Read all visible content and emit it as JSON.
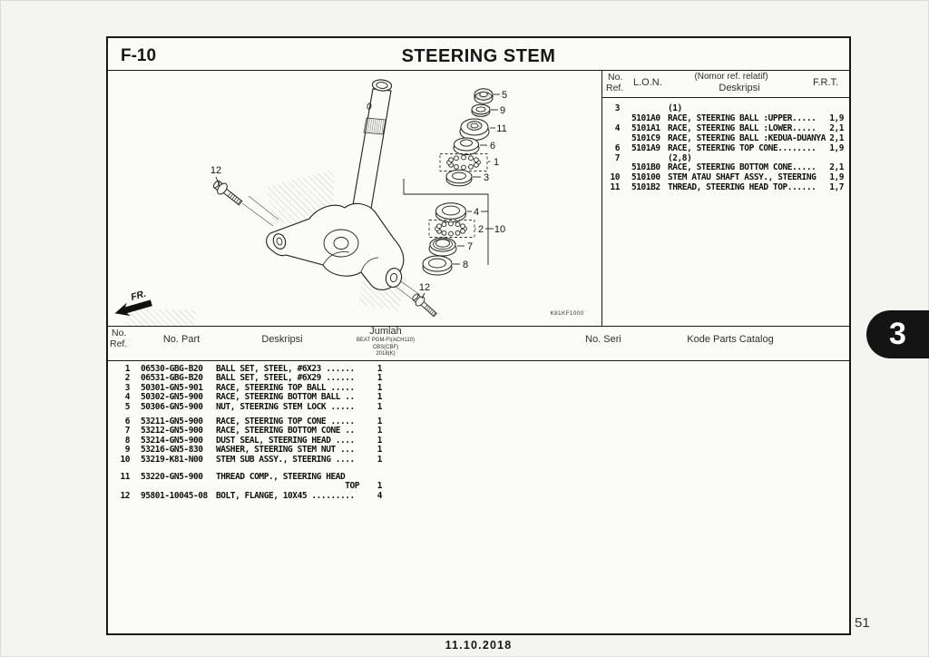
{
  "page": {
    "section_code": "F-10",
    "title": "STEERING STEM",
    "page_number": "51",
    "date": "11.10.2018",
    "side_tab_label": "3"
  },
  "diagram": {
    "code": "K81KF1000",
    "fr_label": "FR.",
    "callouts": {
      "nut": "5",
      "washer": "9",
      "thread_top": "11",
      "top_cone": "6",
      "ball_set_upper": "1",
      "top_ball_race": "3",
      "dust_seal": "4",
      "ball_set_lower": "2",
      "stem_group": "10",
      "bottom_cone": "7",
      "bottom_race": "8",
      "bolt_left": "12",
      "bolt_right": "12"
    }
  },
  "lon_table": {
    "headers": {
      "no": "No.",
      "ref": "Ref.",
      "lon": "L.O.N.",
      "note": "(Nomor ref. relatif)",
      "deskripsi": "Deskripsi",
      "frt": "F.R.T."
    },
    "rows": [
      {
        "ref": "3",
        "lon": "",
        "desc": "(1)",
        "frt": ""
      },
      {
        "ref": "",
        "lon": "5101A0",
        "desc": "RACE, STEERING BALL :UPPER.....",
        "frt": "1,9"
      },
      {
        "ref": "4",
        "lon": "5101A1",
        "desc": "RACE, STEERING BALL :LOWER.....",
        "frt": "2,1"
      },
      {
        "ref": "",
        "lon": "5101C9",
        "desc": "RACE, STEERING BALL :KEDUA-DUANYA",
        "frt": "2,1"
      },
      {
        "ref": "6",
        "lon": "5101A9",
        "desc": "RACE, STEERING TOP CONE........",
        "frt": "1,9"
      },
      {
        "ref": "7",
        "lon": "",
        "desc": "(2,8)",
        "frt": ""
      },
      {
        "ref": "",
        "lon": "5101B0",
        "desc": "RACE, STEERING BOTTOM CONE.....",
        "frt": "2,1"
      },
      {
        "ref": "10",
        "lon": "510100",
        "desc": "STEM ATAU SHAFT ASSY., STEERING",
        "frt": "1,9"
      },
      {
        "ref": "11",
        "lon": "5101B2",
        "desc": "THREAD, STEERING HEAD TOP......",
        "frt": "1,7"
      }
    ]
  },
  "parts_table": {
    "headers": {
      "no": "No.",
      "ref": "Ref.",
      "no_part": "No. Part",
      "deskripsi": "Deskripsi",
      "jumlah": "Jumlah",
      "jumlah_sub1": "BEAT PGM-FI(ACH110)",
      "jumlah_sub2": "CBS(CBF)",
      "jumlah_sub3": "2018(K)",
      "no_seri": "No. Seri",
      "kode_parts_catalog": "Kode Parts Catalog"
    },
    "groups": [
      [
        {
          "ref": "1",
          "part": "06530-GBG-B20",
          "desc": "BALL SET, STEEL, #6X23 ......",
          "qty": "1"
        },
        {
          "ref": "2",
          "part": "06531-GBG-B20",
          "desc": "BALL SET, STEEL, #6X29 ......",
          "qty": "1"
        },
        {
          "ref": "3",
          "part": "50301-GN5-901",
          "desc": "RACE, STEERING TOP BALL .....",
          "qty": "1"
        },
        {
          "ref": "4",
          "part": "50302-GN5-900",
          "desc": "RACE, STEERING BOTTOM BALL ..",
          "qty": "1"
        },
        {
          "ref": "5",
          "part": "50306-GN5-900",
          "desc": "NUT, STEERING STEM LOCK .....",
          "qty": "1"
        }
      ],
      [
        {
          "ref": "6",
          "part": "53211-GN5-900",
          "desc": "RACE, STEERING TOP CONE .....",
          "qty": "1"
        },
        {
          "ref": "7",
          "part": "53212-GN5-900",
          "desc": "RACE, STEERING BOTTOM CONE ..",
          "qty": "1"
        },
        {
          "ref": "8",
          "part": "53214-GN5-900",
          "desc": "DUST SEAL, STEERING HEAD ....",
          "qty": "1"
        },
        {
          "ref": "9",
          "part": "53216-GN5-830",
          "desc": "WASHER, STEERING STEM NUT ...",
          "qty": "1"
        },
        {
          "ref": "10",
          "part": "53219-K81-N00",
          "desc": "STEM SUB ASSY., STEERING ....",
          "qty": "1"
        }
      ],
      [
        {
          "ref": "11",
          "part": "53220-GN5-900",
          "desc": "THREAD COMP., STEERING HEAD",
          "desc2": "TOP",
          "qty": "1"
        },
        {
          "ref": "12",
          "part": "95801-10045-08",
          "desc": "BOLT, FLANGE, 10X45 .........",
          "qty": "4"
        }
      ]
    ]
  }
}
